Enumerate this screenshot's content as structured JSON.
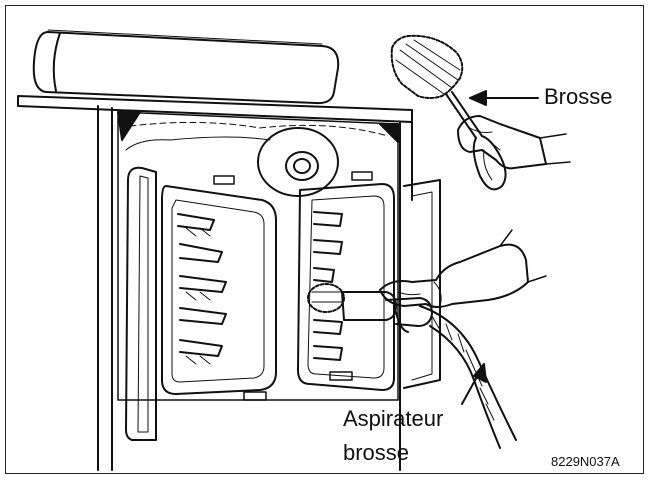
{
  "labels": {
    "brush": "Brosse",
    "vacuum_line1": "Aspirateur",
    "vacuum_line2": "brosse"
  },
  "figure_ref": "8229N037A",
  "colors": {
    "line": "#111111",
    "background": "#ffffff"
  }
}
